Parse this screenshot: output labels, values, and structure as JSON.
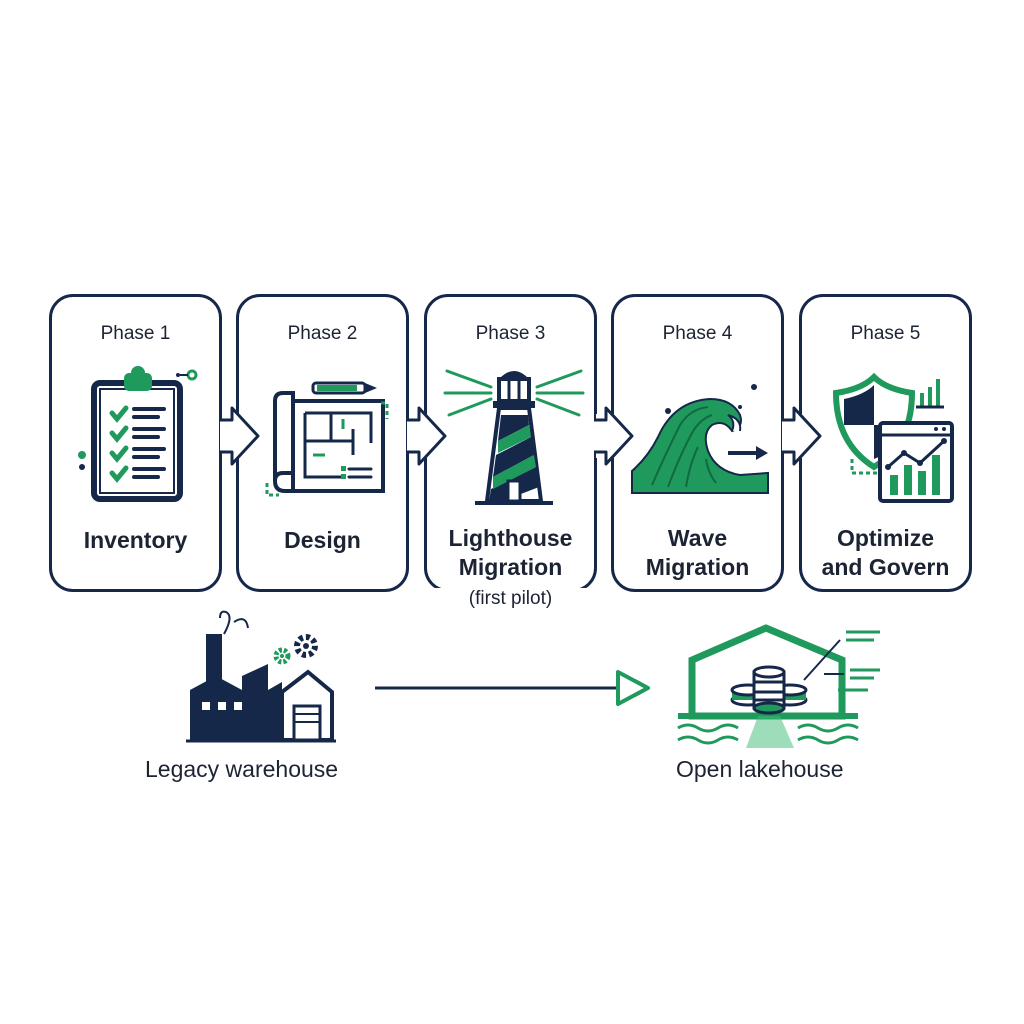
{
  "phases": [
    {
      "label": "Phase 1",
      "title_lines": [
        "Inventory"
      ],
      "note": "",
      "icon": "clipboard-checklist-icon"
    },
    {
      "label": "Phase 2",
      "title_lines": [
        "Design"
      ],
      "note": "",
      "icon": "blueprint-icon"
    },
    {
      "label": "Phase 3",
      "title_lines": [
        "Lighthouse",
        "Migration"
      ],
      "note": "(first pilot)",
      "icon": "lighthouse-icon"
    },
    {
      "label": "Phase 4",
      "title_lines": [
        "Wave",
        "Migration"
      ],
      "note": "",
      "icon": "wave-icon"
    },
    {
      "label": "Phase 5",
      "title_lines": [
        "Optimize",
        "and Govern"
      ],
      "note": "",
      "icon": "shield-chart-icon"
    }
  ],
  "source": {
    "label": "Legacy warehouse",
    "icon": "factory-icon"
  },
  "target": {
    "label": "Open lakehouse",
    "icon": "lakehouse-icon"
  },
  "colors": {
    "navy": "#16284a",
    "green": "#1f9a5c",
    "light_green": "#3dbb73"
  }
}
